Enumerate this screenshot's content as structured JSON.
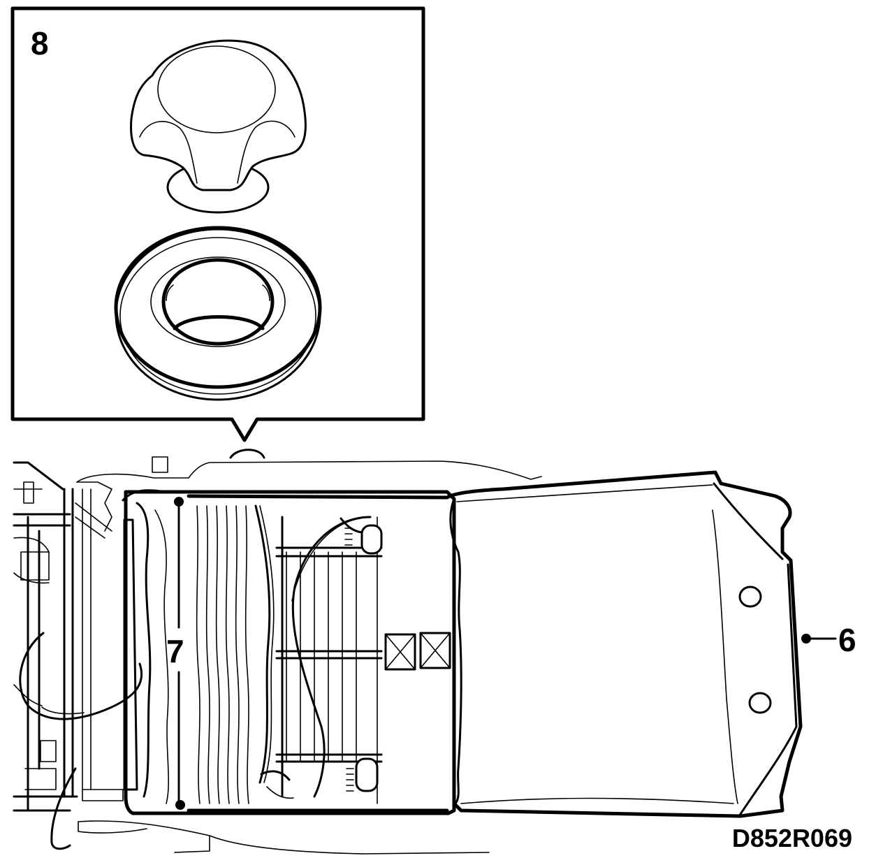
{
  "diagram": {
    "callouts": {
      "inset": "8",
      "seat_frame": "7",
      "seat_cover": "6"
    },
    "reference_code": "D852R069",
    "colors": {
      "line": "#000000",
      "background": "#ffffff"
    },
    "icons": [
      "knob-icon",
      "grommet-icon",
      "seat-cushion-icon"
    ]
  }
}
